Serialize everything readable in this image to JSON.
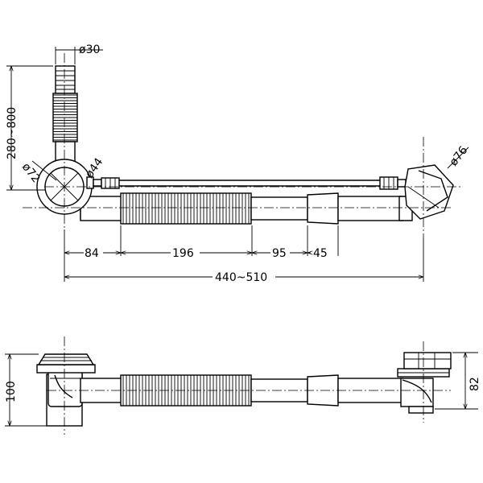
{
  "dimensions": {
    "d30": "ø30",
    "d72": "ø72",
    "d44": "ø44",
    "d76": "ø76",
    "vertical_range": "280~800",
    "seg_84": "84",
    "seg_196": "196",
    "seg_95": "95",
    "seg_45": "45",
    "total_range": "440~510",
    "height_100": "100",
    "height_82": "82"
  }
}
